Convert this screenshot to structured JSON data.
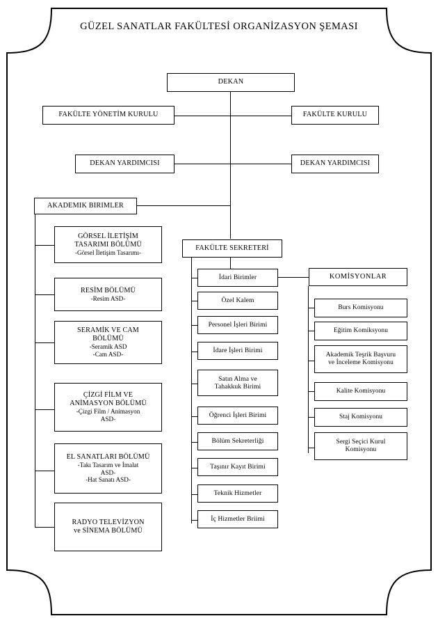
{
  "document": {
    "title": "GÜZEL SANATLAR FAKÜLTESİ ORGANİZASYON ŞEMASI"
  },
  "chart_data": {
    "type": "diagram",
    "subtype": "organizational-chart",
    "title": "GÜZEL SANATLAR FAKÜLTESİ ORGANİZASYON ŞEMASI",
    "root": "DEKAN"
  },
  "nodes": {
    "dekan": "DEKAN",
    "fakulte_yonetim_kurulu": "FAKÜLTE YÖNETİM KURULU",
    "fakulte_kurulu": "FAKÜLTE KURULU",
    "dekan_yardimcisi_sol": "DEKAN YARDIMCISI",
    "dekan_yardimcisi_sag": "DEKAN YARDIMCISI",
    "akademik_birimler": "AKADEMIK BIRIMLER",
    "fakulte_sekreteri": "FAKÜLTE SEKRETERİ",
    "idari_birimler": "İdari Birimler",
    "komisyonlar": "KOMİSYONLAR"
  },
  "departments": [
    {
      "lines": [
        "GÖRSEL İLETİŞİM",
        "TASARIMI BÖLÜMÜ"
      ],
      "subs": [
        "-Görsel İletişim Tasarımı-"
      ]
    },
    {
      "lines": [
        "RESİM BÖLÜMÜ"
      ],
      "subs": [
        "-Resim ASD-"
      ]
    },
    {
      "lines": [
        "SERAMİK VE CAM",
        "BÖLÜMÜ"
      ],
      "subs": [
        "-Seramik ASD",
        "-Cam ASD-"
      ]
    },
    {
      "lines": [
        "ÇİZGİ FİLM VE",
        "ANİMASYON BÖLÜMÜ"
      ],
      "subs": [
        "-Çizgi Film / Animasyon",
        "ASD-"
      ]
    },
    {
      "lines": [
        "EL SANATLARI BÖLÜMÜ"
      ],
      "subs": [
        "-Takı Tasarım ve İmalat",
        "ASD-",
        "-Hat Sanatı ASD-"
      ]
    },
    {
      "lines": [
        "RADYO  TELEVİZYON",
        "ve SİNEMA BÖLÜMÜ"
      ],
      "subs": []
    }
  ],
  "administrative_units": [
    {
      "lines": [
        "Özel Kalem"
      ]
    },
    {
      "lines": [
        "Personel İşleri Birimi"
      ]
    },
    {
      "lines": [
        "İdare İşleri Birimi"
      ]
    },
    {
      "lines": [
        "Satın Alma ve",
        "Tahakkuk Birimi"
      ]
    },
    {
      "lines": [
        "Öğrenci İşleri Birimi"
      ]
    },
    {
      "lines": [
        "Bölüm Sekreterliği"
      ]
    },
    {
      "lines": [
        "Taşınır Kayıt Birimi"
      ]
    },
    {
      "lines": [
        "Teknik Hizmetler"
      ]
    },
    {
      "lines": [
        "İç Hizmetler Briimi"
      ]
    }
  ],
  "commissions": [
    {
      "lines": [
        "Burs Komisyonu"
      ]
    },
    {
      "lines": [
        "Eğitim Komiksyonu"
      ]
    },
    {
      "lines": [
        "Akademik Teşrik Başvuru",
        "ve İnceleme Komisyonu"
      ]
    },
    {
      "lines": [
        "Kalite Komisyonu"
      ]
    },
    {
      "lines": [
        "Staj Komisyonu"
      ]
    },
    {
      "lines": [
        "Sergi Seçici Kurul",
        "Komisyonu"
      ]
    }
  ],
  "colors": {
    "line": "#000000",
    "background": "#ffffff",
    "text": "#000000"
  }
}
